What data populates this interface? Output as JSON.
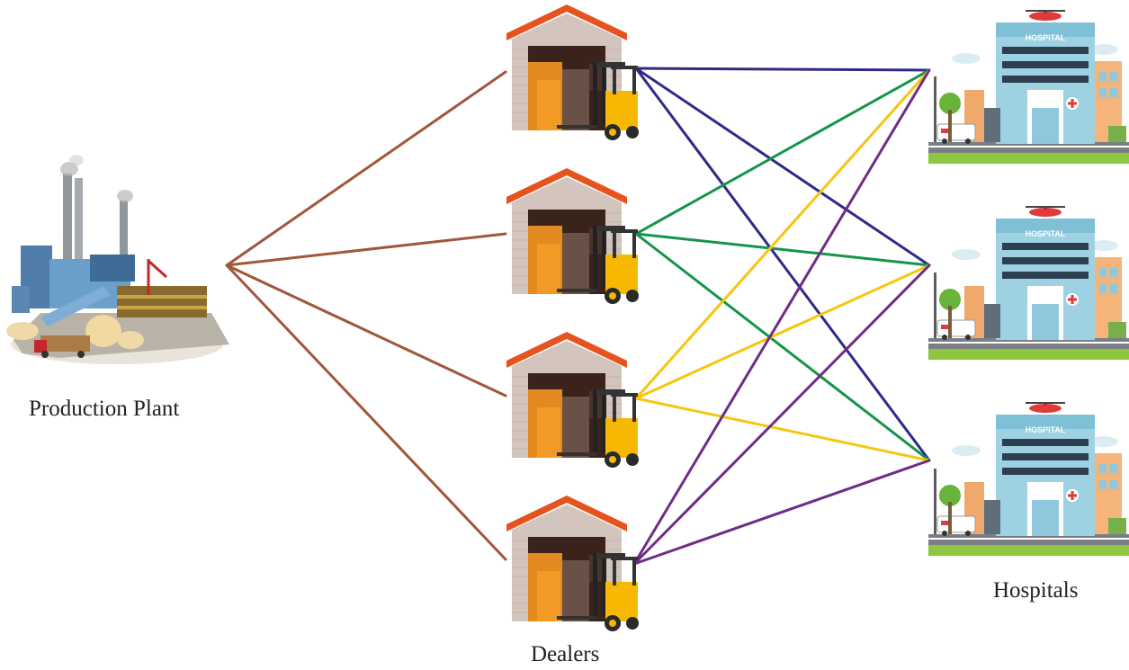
{
  "labels": {
    "plant": "Production Plant",
    "dealers": "Dealers",
    "hospitals": "Hospitals"
  },
  "hospital_sign": "HOSPITAL",
  "icons": {
    "plant": "factory-icon",
    "dealer": "warehouse-forklift-icon",
    "hospital": "hospital-building-icon"
  },
  "colors": {
    "plant_links": "#a0573a",
    "dealer1_links": "#2e2a86",
    "dealer2_links": "#15944a",
    "dealer3_links": "#f5c60f",
    "dealer4_links": "#6f2d86"
  },
  "nodes": {
    "plant": {
      "count": 1
    },
    "dealers": {
      "count": 4
    },
    "hospitals": {
      "count": 3
    }
  },
  "links": [
    {
      "from": "plant",
      "to": "dealer-1",
      "color_key": "plant_links"
    },
    {
      "from": "plant",
      "to": "dealer-2",
      "color_key": "plant_links"
    },
    {
      "from": "plant",
      "to": "dealer-3",
      "color_key": "plant_links"
    },
    {
      "from": "plant",
      "to": "dealer-4",
      "color_key": "plant_links"
    },
    {
      "from": "dealer-1",
      "to": "hospital-1",
      "color_key": "dealer1_links"
    },
    {
      "from": "dealer-1",
      "to": "hospital-2",
      "color_key": "dealer1_links"
    },
    {
      "from": "dealer-1",
      "to": "hospital-3",
      "color_key": "dealer1_links"
    },
    {
      "from": "dealer-2",
      "to": "hospital-1",
      "color_key": "dealer2_links"
    },
    {
      "from": "dealer-2",
      "to": "hospital-2",
      "color_key": "dealer2_links"
    },
    {
      "from": "dealer-2",
      "to": "hospital-3",
      "color_key": "dealer2_links"
    },
    {
      "from": "dealer-3",
      "to": "hospital-1",
      "color_key": "dealer3_links"
    },
    {
      "from": "dealer-3",
      "to": "hospital-2",
      "color_key": "dealer3_links"
    },
    {
      "from": "dealer-3",
      "to": "hospital-3",
      "color_key": "dealer3_links"
    },
    {
      "from": "dealer-4",
      "to": "hospital-1",
      "color_key": "dealer4_links"
    },
    {
      "from": "dealer-4",
      "to": "hospital-2",
      "color_key": "dealer4_links"
    },
    {
      "from": "dealer-4",
      "to": "hospital-3",
      "color_key": "dealer4_links"
    }
  ]
}
